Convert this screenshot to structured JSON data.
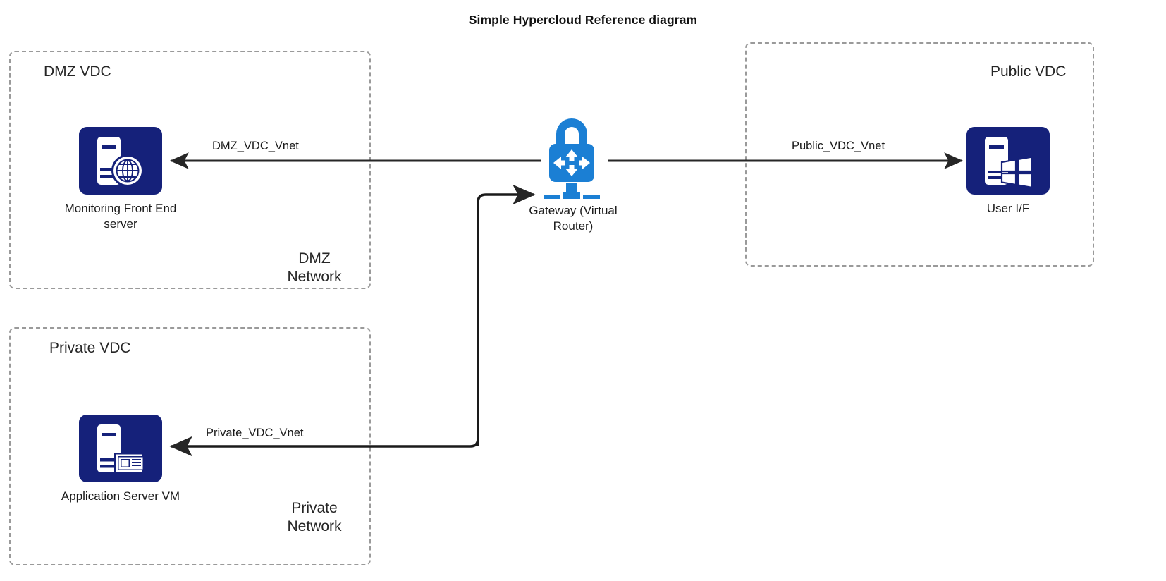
{
  "title": "Simple Hypercloud Reference diagram",
  "colors": {
    "node_navy": "#15217a",
    "gateway_blue": "#1b7fd4",
    "zone_border": "#9a9a9a",
    "connector": "#1a1a1a",
    "background": "#ffffff"
  },
  "zones": [
    {
      "id": "dmz-vdc",
      "title": "DMZ VDC",
      "network_label": "DMZ\nNetwork"
    },
    {
      "id": "private-vdc",
      "title": "Private VDC",
      "network_label": "Private\nNetwork"
    },
    {
      "id": "public-vdc",
      "title": "Public VDC",
      "network_label": ""
    }
  ],
  "nodes": [
    {
      "id": "monitoring-front-end-server",
      "label": "Monitoring Front End\nserver",
      "icon": "web-server-icon",
      "zone": "dmz-vdc"
    },
    {
      "id": "application-server-vm",
      "label": "Application Server VM",
      "icon": "application-server-icon",
      "zone": "private-vdc"
    },
    {
      "id": "user-if",
      "label": "User I/F",
      "icon": "windows-workstation-icon",
      "zone": "public-vdc"
    },
    {
      "id": "gateway",
      "label": "Gateway (Virtual\nRouter)",
      "icon": "gateway-router-lock-icon",
      "zone": ""
    }
  ],
  "connections": [
    {
      "id": "dmz-vnet",
      "label": "DMZ_VDC_Vnet",
      "from": "gateway",
      "to": "monitoring-front-end-server",
      "direction": "left"
    },
    {
      "id": "public-vnet",
      "label": "Public_VDC_Vnet",
      "from": "gateway",
      "to": "user-if",
      "direction": "right"
    },
    {
      "id": "private-vnet",
      "label": "Private_VDC_Vnet",
      "from": "application-server-vm",
      "to": "gateway",
      "direction": "both"
    }
  ]
}
